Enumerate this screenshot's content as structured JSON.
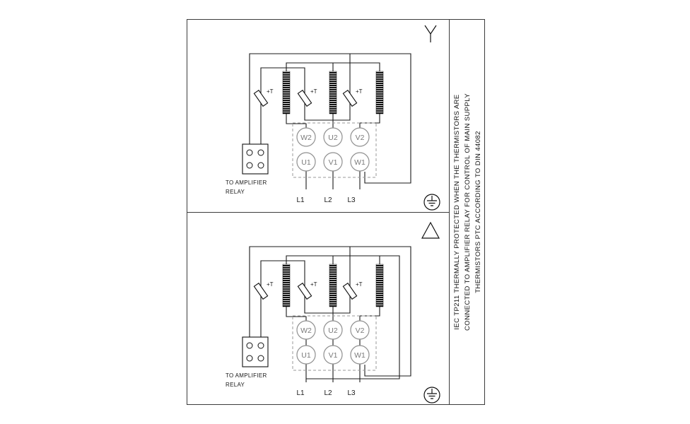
{
  "note": {
    "lines": [
      "IEC TP211 THERMALLY PROTECTED WHEN THE THERMISTORS ARE",
      "CONNECTED TO AMPLIFIER RELAY FOR CONTROL OF MAIN SUPPLY",
      "THERMISTORS PTC ACCORDING TO DIN 44082"
    ]
  },
  "panels": [
    {
      "connection": "star",
      "terminals_top": [
        "W2",
        "U2",
        "V2"
      ],
      "terminals_bottom": [
        "U1",
        "V1",
        "W1"
      ],
      "supply": [
        "L1",
        "L2",
        "L3"
      ],
      "thermistor_label": "+T",
      "relay_label": [
        "TO AMPLIFIER",
        "RELAY"
      ]
    },
    {
      "connection": "delta",
      "terminals_top": [
        "W2",
        "U2",
        "V2"
      ],
      "terminals_bottom": [
        "U1",
        "V1",
        "W1"
      ],
      "supply": [
        "L1",
        "L2",
        "L3"
      ],
      "thermistor_label": "+T",
      "relay_label": [
        "TO AMPLIFIER",
        "RELAY"
      ]
    }
  ],
  "colors": {
    "wire": "#1a1a1a",
    "terminal_outline": "#8f8f8f",
    "frame": "#3c3c3c",
    "background": "#ffffff"
  }
}
